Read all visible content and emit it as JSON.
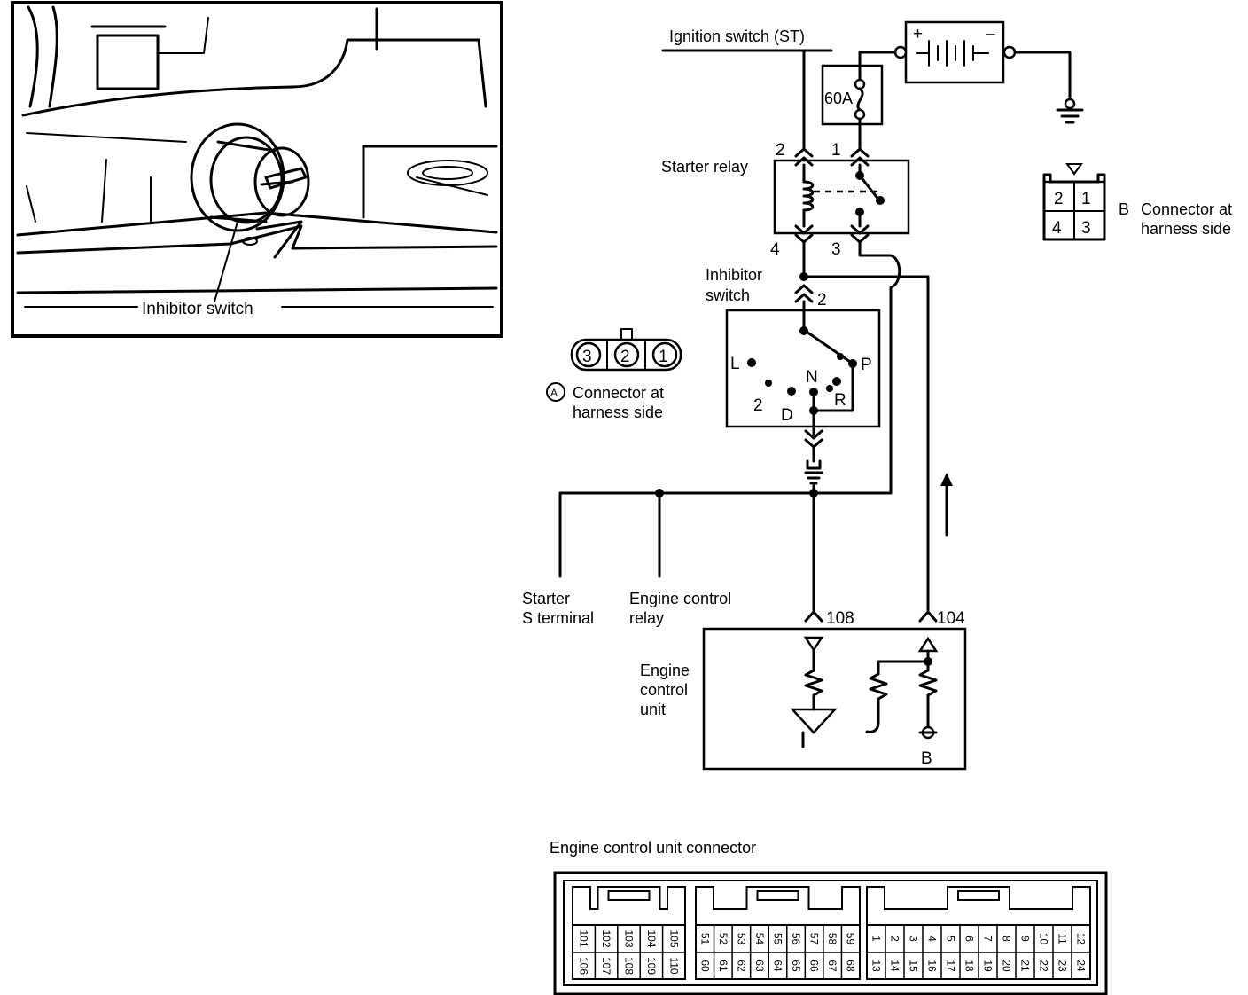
{
  "inset": {
    "label": "Inhibitor switch"
  },
  "circuit": {
    "ignition_switch": "Ignition switch (ST)",
    "battery_plus": "+",
    "battery_minus": "–",
    "fuse": "60A",
    "starter_relay": "Starter relay",
    "relay_pins": [
      "2",
      "1",
      "4",
      "3"
    ],
    "inhibitor_switch_line1": "Inhibitor",
    "inhibitor_switch_line2": "switch",
    "inhibitor_pin": "2",
    "positions": [
      "L",
      "N",
      "P",
      "2",
      "D",
      "R"
    ],
    "starter_line1": "Starter",
    "starter_line2": "S terminal",
    "ecr_line1": "Engine control",
    "ecr_line2": "relay",
    "ecu_pin_108": "108",
    "ecu_pin_104": "104",
    "ecu_line1": "Engine",
    "ecu_line2": "control",
    "ecu_line3": "unit",
    "ecu_b": "B"
  },
  "connector_a": {
    "letter": "A",
    "pins": [
      "3",
      "2",
      "1"
    ],
    "line1": "Connector at",
    "line2": "harness side"
  },
  "connector_b": {
    "letter": "B",
    "pins": [
      "2",
      "1",
      "4",
      "3"
    ],
    "line1": "Connector at",
    "line2": "harness side"
  },
  "ecu_connector": {
    "title": "Engine control unit connector",
    "block1": {
      "top": [
        "101",
        "102",
        "103",
        "104",
        "105"
      ],
      "bottom": [
        "106",
        "107",
        "108",
        "109",
        "110"
      ]
    },
    "block2": {
      "top": [
        "51",
        "52",
        "53",
        "54",
        "55",
        "56",
        "57",
        "58",
        "59"
      ],
      "bottom": [
        "60",
        "61",
        "62",
        "63",
        "64",
        "65",
        "66",
        "67",
        "68"
      ]
    },
    "block3": {
      "top": [
        "1",
        "2",
        "3",
        "4",
        "5",
        "6",
        "7",
        "8",
        "9",
        "10",
        "11",
        "12"
      ],
      "bottom": [
        "13",
        "14",
        "15",
        "16",
        "17",
        "18",
        "19",
        "20",
        "21",
        "22",
        "23",
        "24"
      ]
    }
  }
}
